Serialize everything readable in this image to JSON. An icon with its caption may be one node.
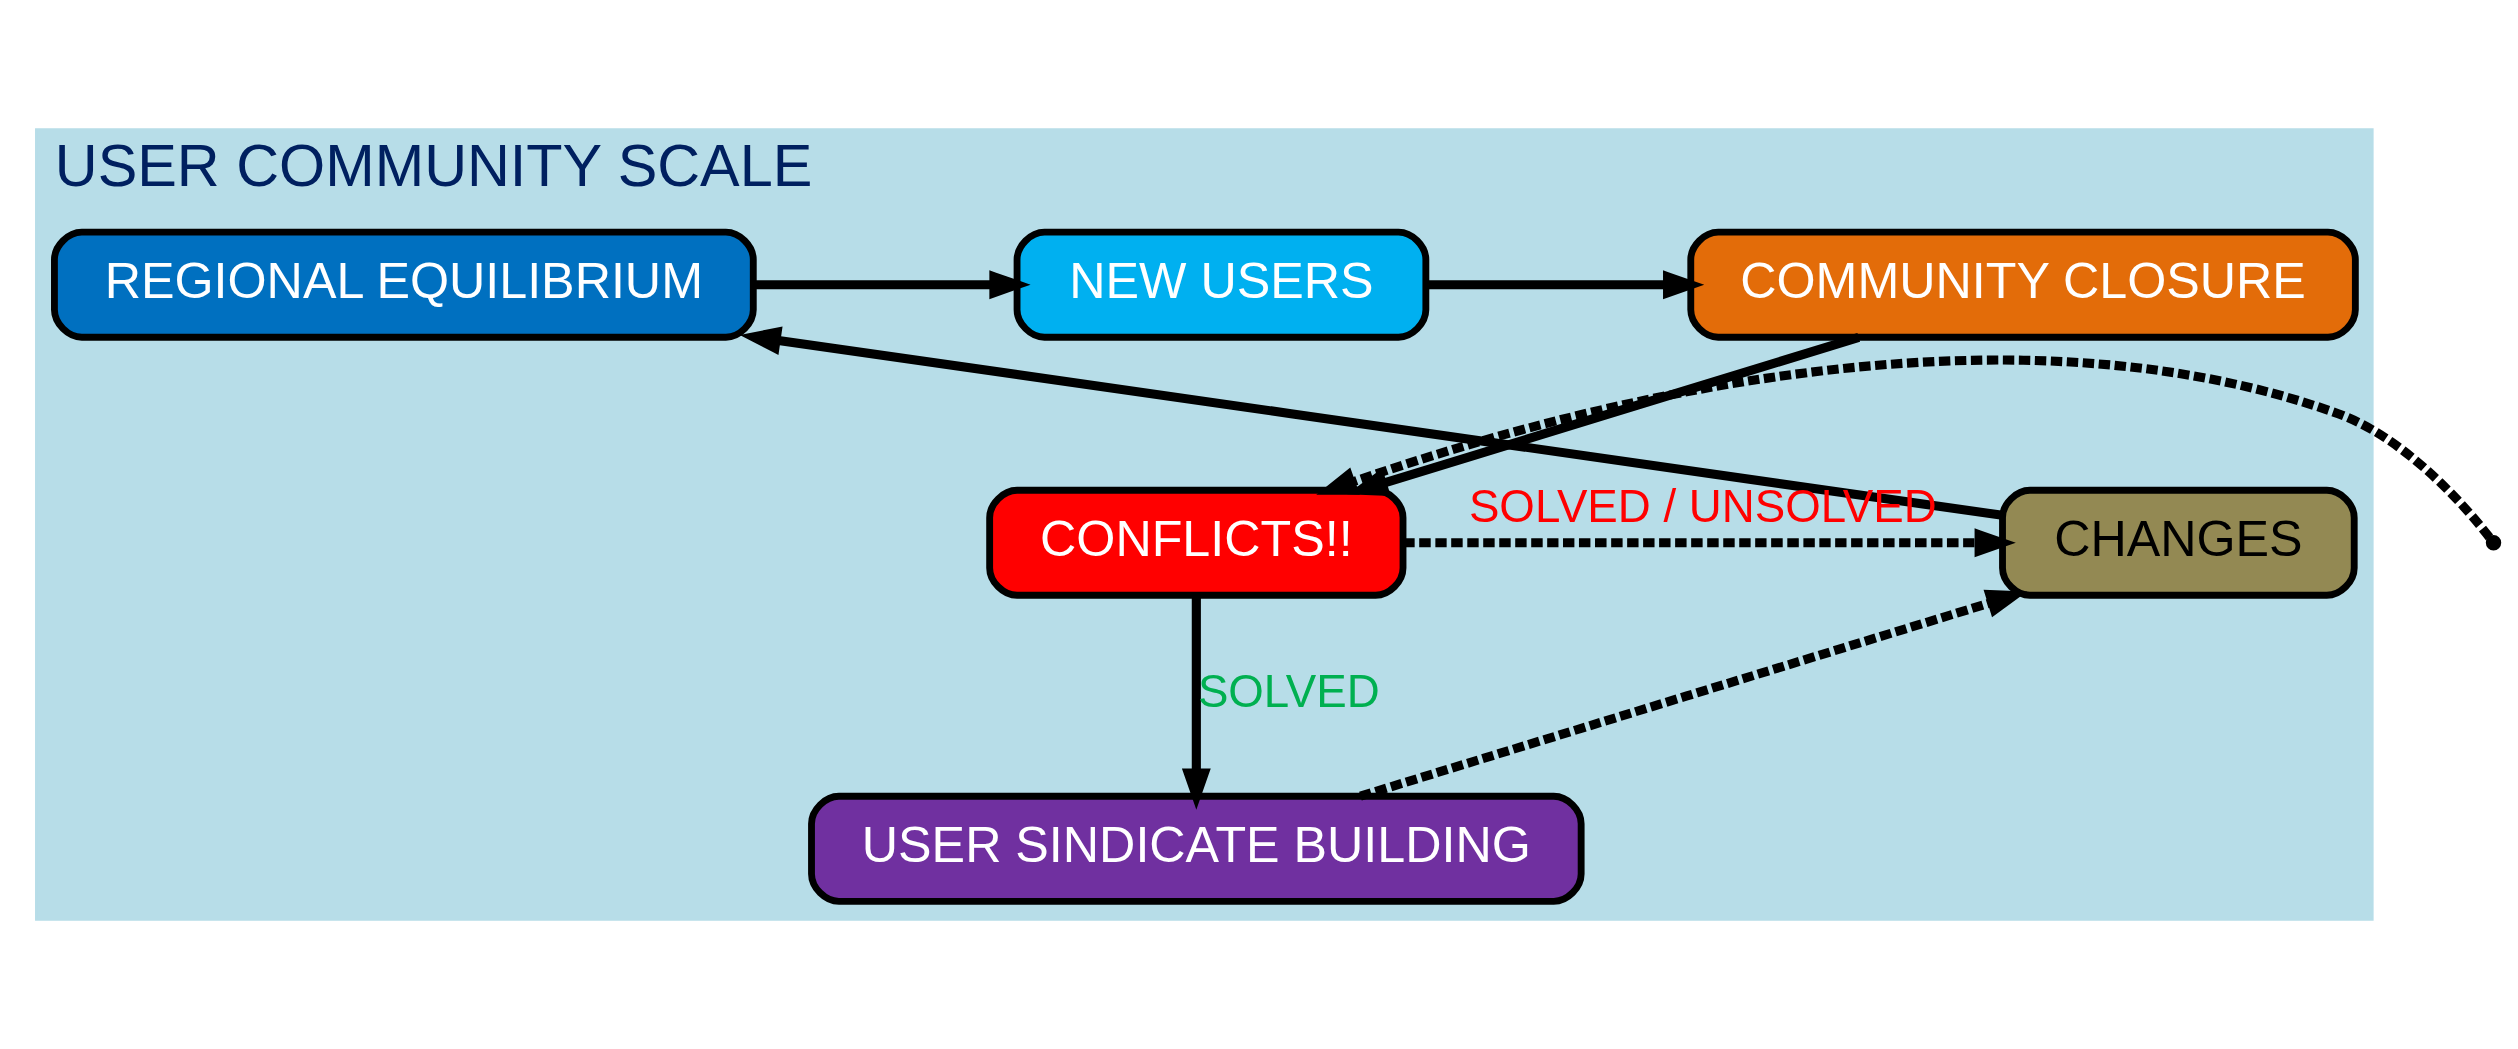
{
  "diagram": {
    "nodes": [
      {
        "text": [
          "USER COMMUNITY SCALE"
        ]
      },
      {
        "text": [
          "REGIONAL EQUILIBRIUM"
        ],
        "in": 0
      },
      {
        "text": [
          "NEW USERS"
        ],
        "in": 0
      },
      {
        "text": [
          "COMMUNITY CLOSURE"
        ],
        "in": 0
      },
      {
        "text": [
          "CONFLICTS!!"
        ],
        "in": 0
      },
      {
        "text": [
          "CHANGES"
        ],
        "in": 0
      },
      {
        "text": [
          "USER SINDICATE BUILDING"
        ],
        "in": 0
      }
    ],
    "edges": [
      {
        "from": 1,
        "to": 2,
        "arrow": "to"
      },
      {
        "from": 2,
        "to": 3,
        "arrow": "to"
      },
      {
        "from": 3,
        "to": 4,
        "arrow": "to"
      },
      {
        "from": 4,
        "to": 5,
        "arrow": "to",
        "style": "dashed",
        "label": "SOLVED / UNSOLVED"
      },
      {
        "from": 4,
        "to": 6,
        "arrow": "to",
        "label": "SOLVED"
      },
      {
        "from": 6,
        "to": 5,
        "arrow": "to",
        "style": "dashed"
      },
      {
        "from": 5,
        "to": 1,
        "arrow": "to"
      },
      {
        "from": null,
        "to": 4,
        "arrow": "to",
        "style": "dashed"
      }
    ]
  }
}
